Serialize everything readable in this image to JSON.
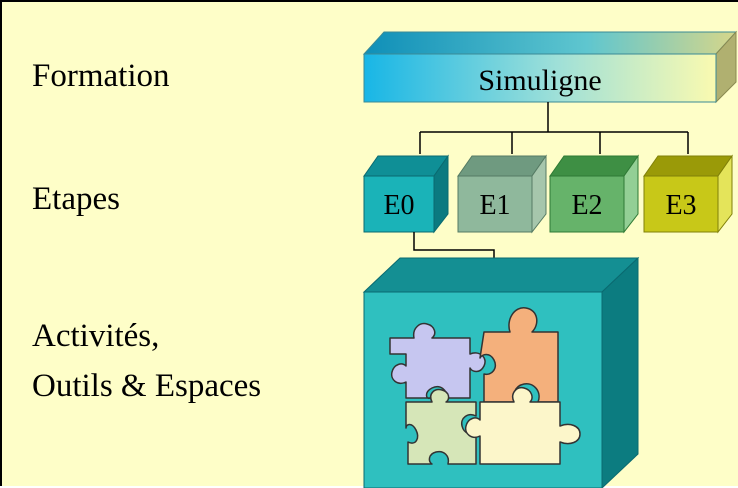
{
  "labels": {
    "formation": "Formation",
    "etapes": "Etapes",
    "activites_line1": "Activités,",
    "activites_line2": "Outils & Espaces"
  },
  "diagram": {
    "top_box": {
      "label": "Simuligne"
    },
    "etapes": [
      {
        "label": "E0",
        "color": "#1ab3b8"
      },
      {
        "label": "E1",
        "color": "#8fb89c"
      },
      {
        "label": "E2",
        "color": "#66b36a"
      },
      {
        "label": "E3",
        "color": "#c8c818"
      }
    ],
    "cube_color": "#2fc0bf",
    "puzzle_colors": [
      "#c4c4f0",
      "#f5b07a",
      "#d6e6b8",
      "#fcf6c8"
    ]
  }
}
